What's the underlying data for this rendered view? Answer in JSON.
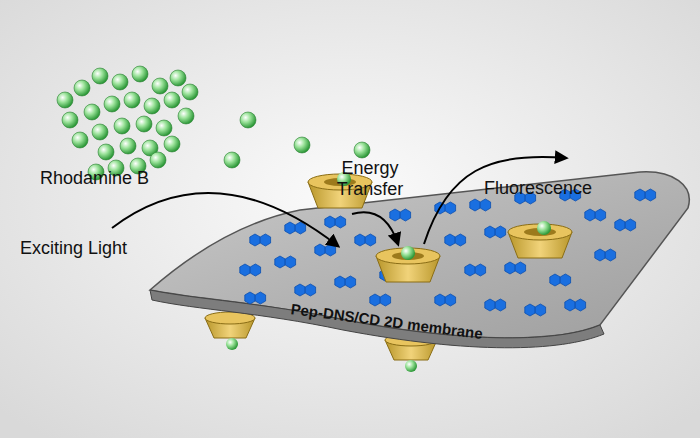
{
  "diagram": {
    "labels": [
      "Rhodamine B",
      "Exciting Light",
      "Energy Transfer",
      "Fluorescence",
      "Pep-DNS/CD 2D membrane"
    ]
  }
}
